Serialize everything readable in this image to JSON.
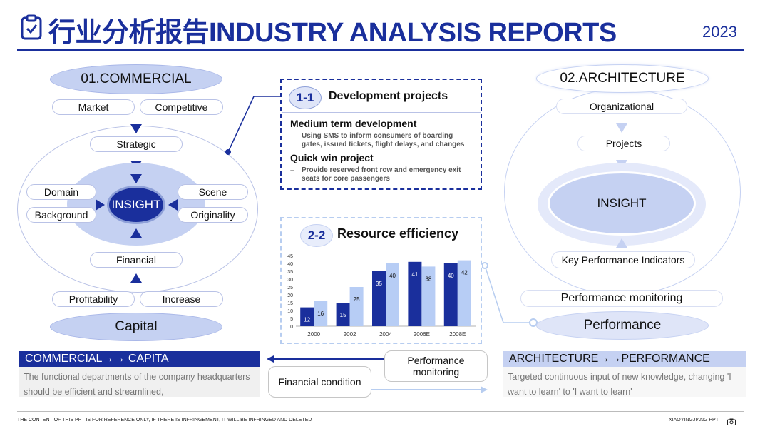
{
  "header": {
    "title": "行业分析报告INDUSTRY ANALYSIS REPORTS",
    "year": "2023"
  },
  "left": {
    "heading": "01.COMMERCIAL",
    "top_pills": [
      "Market",
      "Competitive"
    ],
    "strategic": "Strategic",
    "insight": "INSIGHT",
    "side_pills": [
      "Domain",
      "Background",
      "Scene",
      "Originality"
    ],
    "financial": "Financial",
    "bottom_pills": [
      "Profitability",
      "Increase"
    ],
    "footer": "Capital"
  },
  "right": {
    "heading": "02.ARCHITECTURE",
    "organizational": "Organizational",
    "projects": "Projects",
    "insight": "INSIGHT",
    "kpi": "Key Performance Indicators",
    "monitoring": "Performance monitoring",
    "footer": "Performance"
  },
  "box1": {
    "badge": "1-1",
    "title": "Development projects",
    "items": [
      {
        "heading": "Medium term development",
        "text": "Using SMS to inform consumers of boarding gates, issued tickets, flight delays, and changes"
      },
      {
        "heading": "Quick win project",
        "text": "Provide reserved front row and emergency exit seats for core passengers"
      }
    ]
  },
  "box2": {
    "badge": "2-2",
    "title": "Resource efficiency"
  },
  "chart_data": {
    "type": "bar",
    "categories": [
      "2000",
      "2002",
      "2004",
      "2006E",
      "2008E"
    ],
    "series": [
      {
        "values": [
          12,
          15,
          35,
          41,
          40
        ],
        "color": "#1a2f9c"
      },
      {
        "values": [
          16,
          25,
          40,
          38,
          42
        ],
        "color": "#b7cdf5"
      }
    ],
    "ylim": [
      0,
      45
    ],
    "yticks": [
      0,
      5,
      10,
      15,
      20,
      25,
      30,
      35,
      40,
      45
    ],
    "xlabel": "",
    "ylabel": "",
    "title": "",
    "data_labels": true
  },
  "bottom": {
    "left_title": "COMMERCIAL→→ CAPITA",
    "left_text": "The functional departments of the company headquarters should be efficient and streamlined,",
    "financial_condition": "Financial condition",
    "performance_monitoring": "Performance monitoring",
    "right_title": "ARCHITECTURE→→PERFORMANCE",
    "right_text": "Targeted continuous input of new knowledge, changing 'I want to learn' to 'I want to learn'"
  },
  "footer": {
    "left": "THE CONTENT OF THIS PPT IS FOR REFERENCE ONLY, IF THERE IS INFRINGEMENT, IT WILL BE INFRINGED AND DELETED",
    "right": "XIAOYINGJIANG PPT"
  },
  "colors": {
    "primary": "#1a2f9c",
    "light": "#c5d1f2",
    "pale": "#e4e9fa"
  }
}
